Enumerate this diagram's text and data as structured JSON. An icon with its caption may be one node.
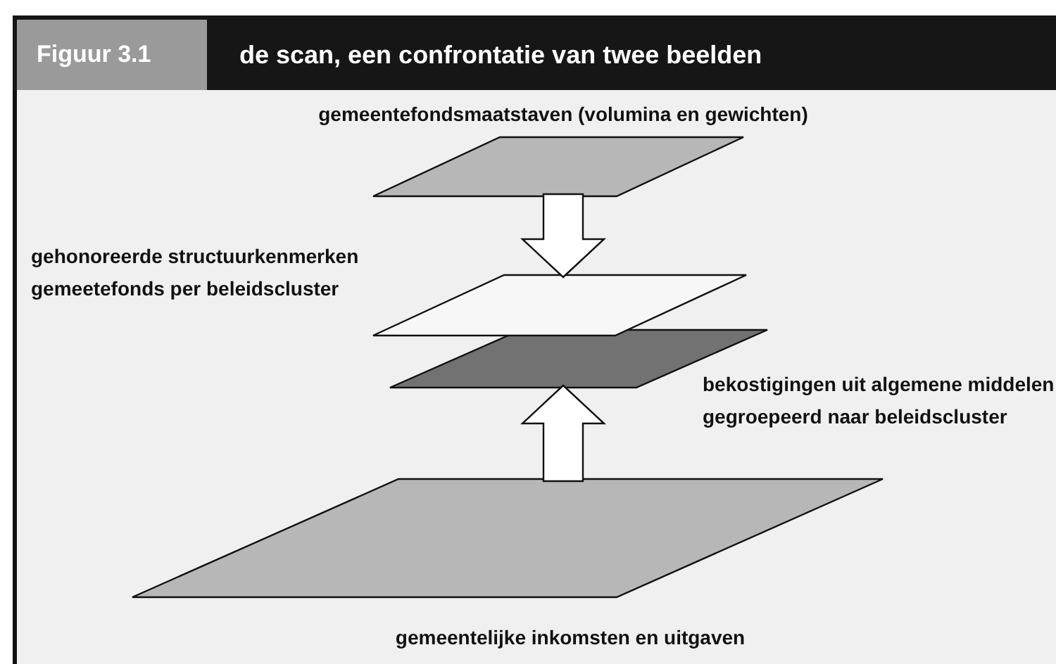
{
  "diagram": {
    "title": "de scan, een confrontatie van twee beelden",
    "nodes": [
      {
        "text": [
          "gemeentefondsmaatstaven (volumina en gewichten)"
        ]
      },
      {
        "text": [
          "gehonoreerde structuurkenmerken gemeetefonds per beleidscluster"
        ]
      },
      {
        "text": [
          "bekostigingen uit algemene middelen gegroepeerd naar beleidscluster"
        ]
      },
      {
        "text": [
          "gemeentelijke inkomsten en uitgaven"
        ]
      }
    ],
    "edges": [
      {
        "from": 0,
        "to": 1,
        "arrow": "to"
      },
      {
        "from": 3,
        "to": 2,
        "arrow": "to"
      }
    ],
    "labels": [
      "Figuur 3.1"
    ]
  }
}
